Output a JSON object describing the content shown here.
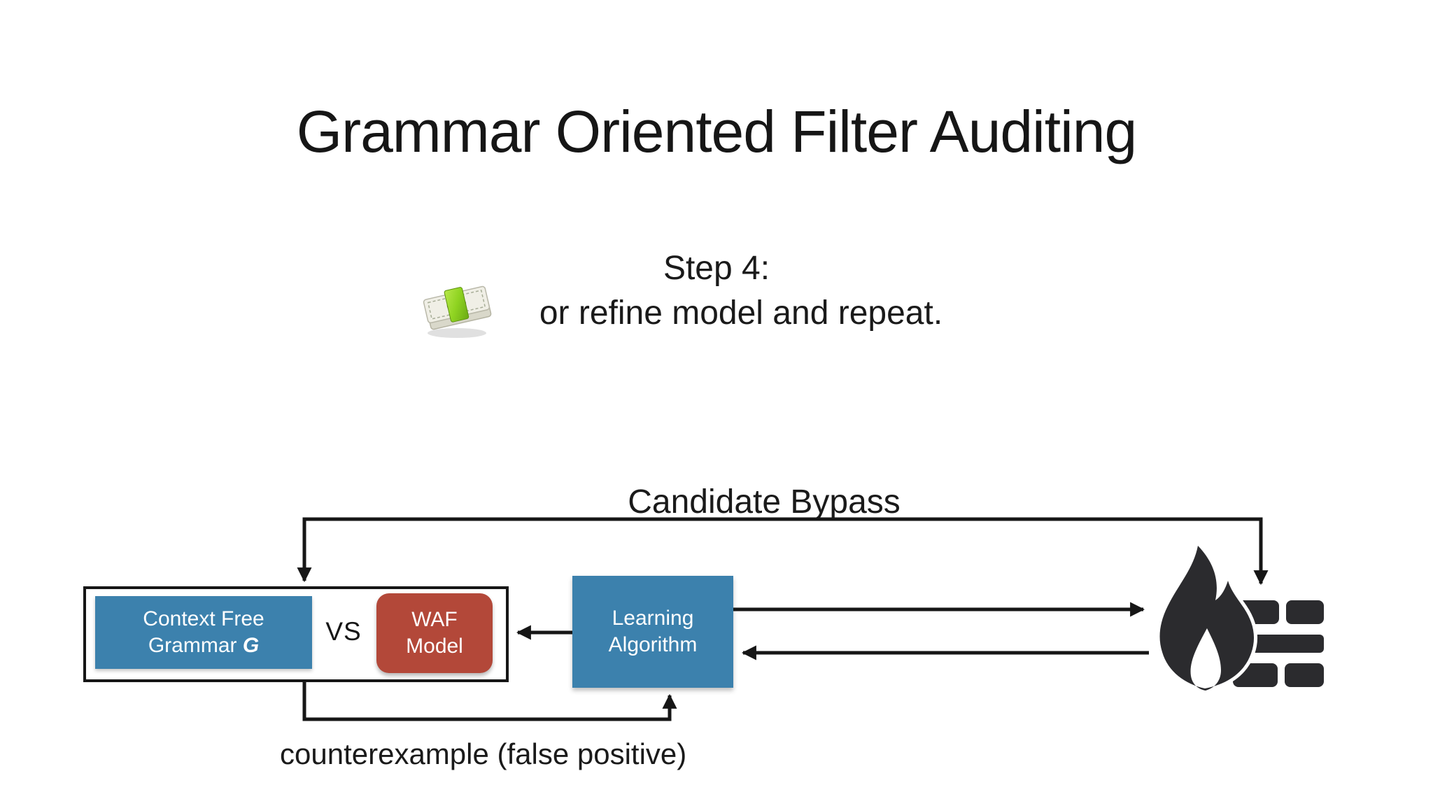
{
  "slide": {
    "title": "Grammar Oriented Filter Auditing",
    "step": {
      "line1": "Step 4:",
      "line2": "or refine model and repeat.",
      "icon": "money-banknotes-icon"
    },
    "diagram": {
      "labels": {
        "candidate_bypass": "Candidate Bypass",
        "counterexample": "counterexample (false positive)",
        "vs": "VS"
      },
      "nodes": {
        "cfg": {
          "line1": "Context Free",
          "line2_prefix": "Grammar ",
          "line2_g": "G",
          "color": "#3c81ad",
          "text_color": "#ffffff"
        },
        "waf": {
          "line1": "WAF",
          "line2": "Model",
          "color": "#b34839",
          "text_color": "#ffffff"
        },
        "learning": {
          "line1": "Learning",
          "line2": "Algorithm",
          "color": "#3c81ad",
          "text_color": "#ffffff"
        },
        "firewall": {
          "icon": "firewall-icon",
          "color": "#2b2b2e"
        }
      },
      "colors": {
        "line": "#161616",
        "text": "#1a1a1a",
        "background": "#ffffff",
        "money_band_green": "#8fd321",
        "money_bill_gray": "#f0efe6"
      }
    }
  }
}
